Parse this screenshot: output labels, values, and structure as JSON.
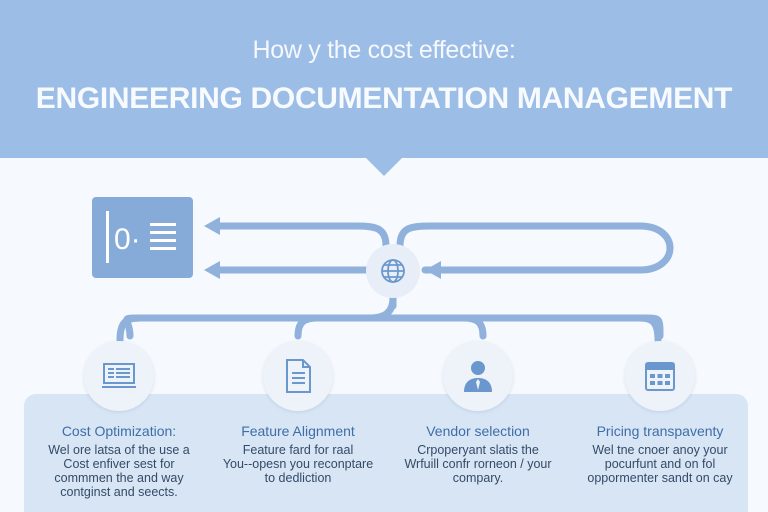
{
  "header": {
    "subtitle": "How y the cost effective:",
    "title": "ENGINEERING DOCUMENTATION MANAGEMENT"
  },
  "document_card": {
    "text": "0·",
    "icon": "document-list-icon"
  },
  "hub": {
    "icon": "globe-icon"
  },
  "features": [
    {
      "label": "Cost Optimization:",
      "icon": "monitor-icon",
      "lines": [
        "Wel ore latsa of the use a",
        "Cost enfiver sest for",
        "commmen the and way",
        "contginst and seects."
      ]
    },
    {
      "label": "Feature Alignment",
      "icon": "document-icon",
      "lines": [
        "Feature fard for raal",
        "You--opesn you reconptare",
        "to dedliction"
      ]
    },
    {
      "label": "Vendor selection",
      "icon": "person-icon",
      "lines": [
        "Crpoperyant slatis the",
        "Wrfuill confr rorneon / your",
        "compary."
      ]
    },
    {
      "label": "Pricing transpaventy",
      "icon": "calendar-icon",
      "lines": [
        "Wel tne cnoer anoy your",
        "pocurfunt and on fol",
        "oppormenter sandt on cay"
      ]
    }
  ],
  "colors": {
    "header": "#9cbde6",
    "line": "#8fb1dc",
    "icon": "#6b97cf",
    "panel": "#d7e5f5",
    "label": "#3e6ea8"
  }
}
